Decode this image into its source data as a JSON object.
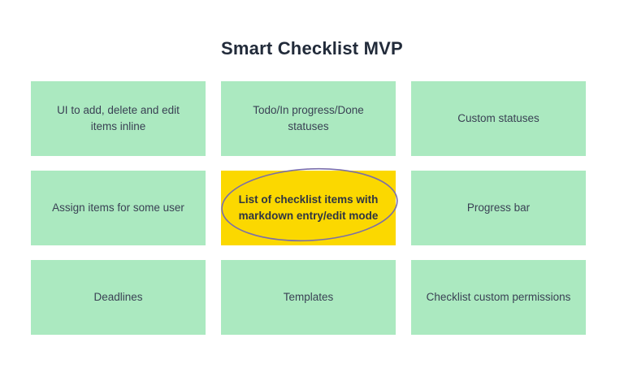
{
  "title": "Smart Checklist MVP",
  "colors": {
    "card_green": "#abe9c0",
    "card_green_shadow": "#6ed6a0",
    "card_highlight_yellow": "#fbd800",
    "text_dark": "#3a4154",
    "title_dark": "#222b3a",
    "annotation_purple": "#7b6fa8",
    "background": "#ffffff"
  },
  "board": {
    "columns": 3,
    "rows": 3,
    "cards": [
      {
        "id": "ui-add-delete-edit",
        "label": "UI to add, delete and edit items inline",
        "highlighted": false
      },
      {
        "id": "todo-inprogress-done",
        "label": "Todo/In progress/Done statuses",
        "highlighted": false
      },
      {
        "id": "custom-statuses",
        "label": "Custom statuses",
        "highlighted": false
      },
      {
        "id": "assign-items",
        "label": "Assign items for some user",
        "highlighted": false
      },
      {
        "id": "markdown-list",
        "label": "List of checklist items with markdown entry/edit mode",
        "highlighted": true
      },
      {
        "id": "progress-bar",
        "label": "Progress bar",
        "highlighted": false
      },
      {
        "id": "deadlines",
        "label": "Deadlines",
        "highlighted": false
      },
      {
        "id": "templates",
        "label": "Templates",
        "highlighted": false
      },
      {
        "id": "checklist-permissions",
        "label": "Checklist custom permissions",
        "highlighted": false
      }
    ]
  },
  "annotation": {
    "type": "hand-drawn-ellipse",
    "target_card_id": "markdown-list",
    "stroke_color": "#7b6fa8"
  }
}
